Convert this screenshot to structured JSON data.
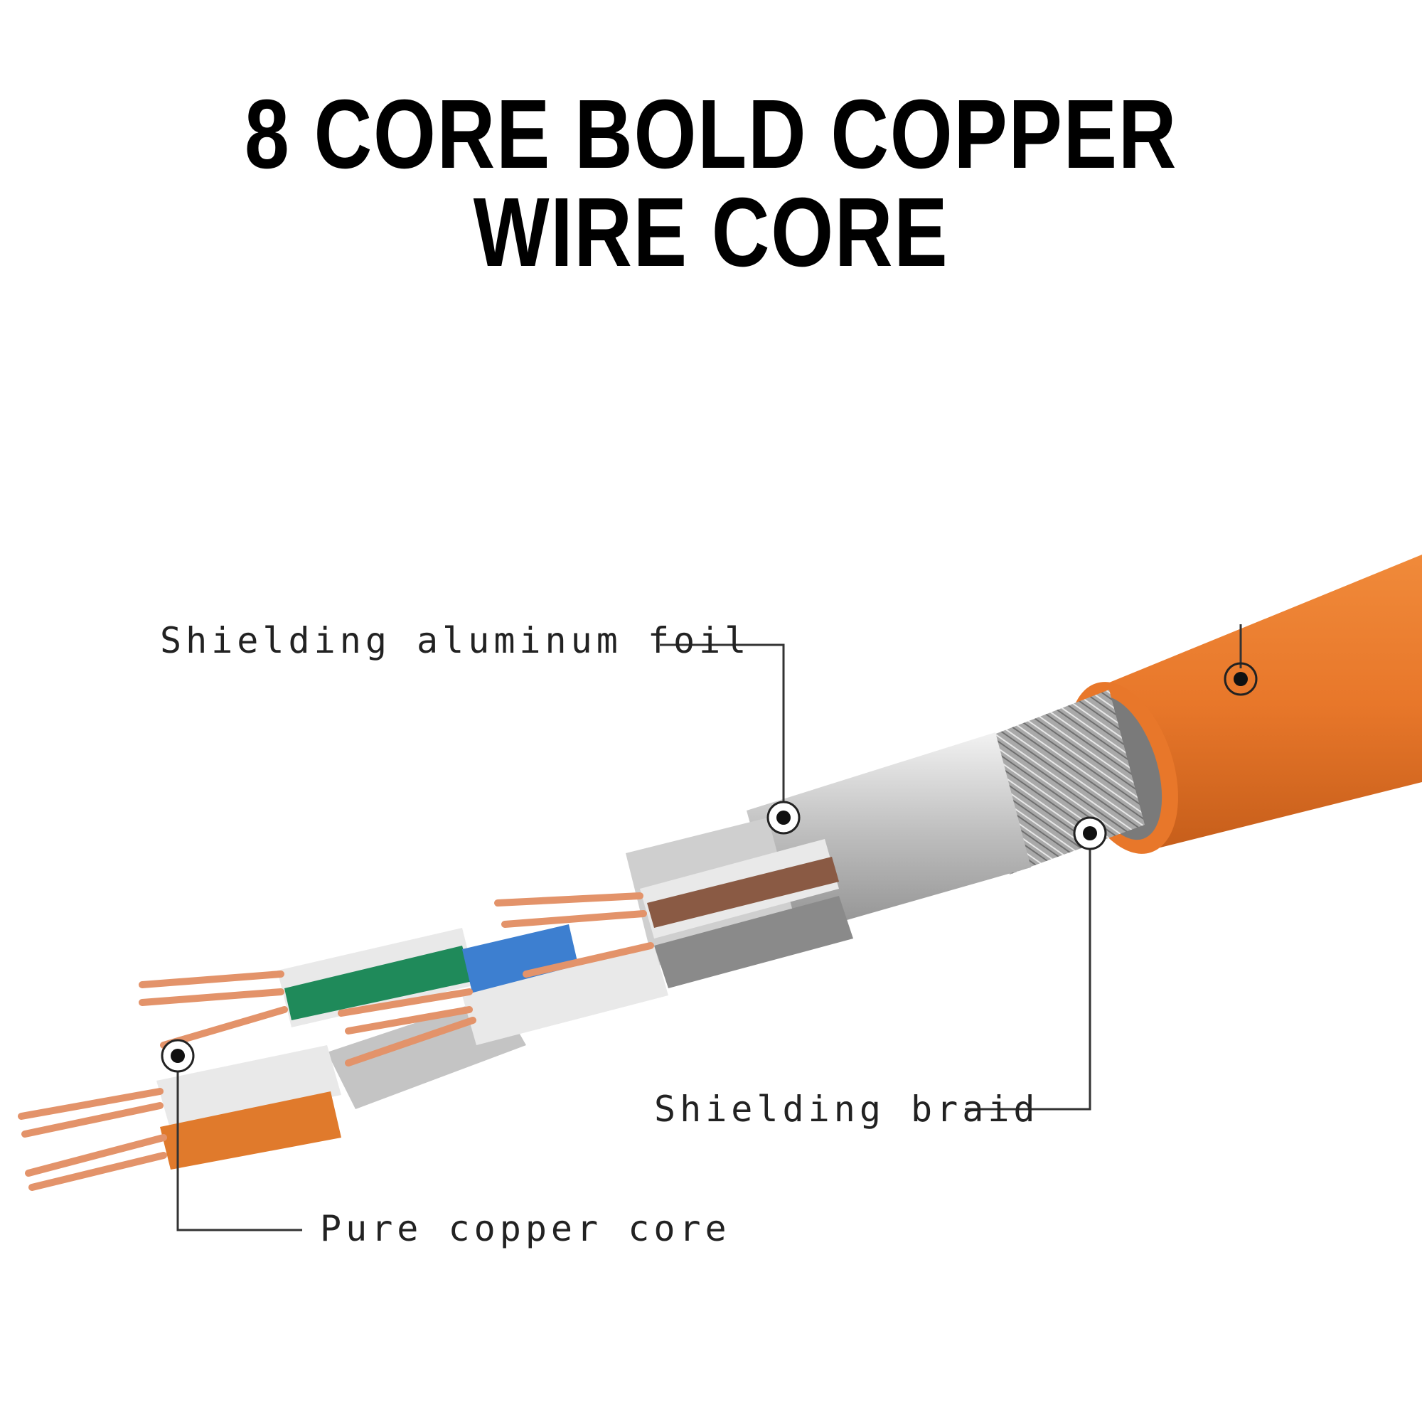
{
  "title": "8 CORE BOLD COPPER WIRE CORE",
  "labels": {
    "foil": "Shielding aluminum foil",
    "braid": "Shielding braid",
    "copper": "Pure copper core"
  },
  "colors": {
    "jacket": "#e8772a",
    "jacket_dark": "#c55d1a",
    "foil": "#c8c8c8",
    "copper": "#e3936a",
    "pair_green": "#1f8a5a",
    "pair_blue": "#3d7fd0",
    "pair_brown": "#8a5a44",
    "pair_orange": "#e07a2c",
    "insulation_white": "#e9e9e9"
  }
}
